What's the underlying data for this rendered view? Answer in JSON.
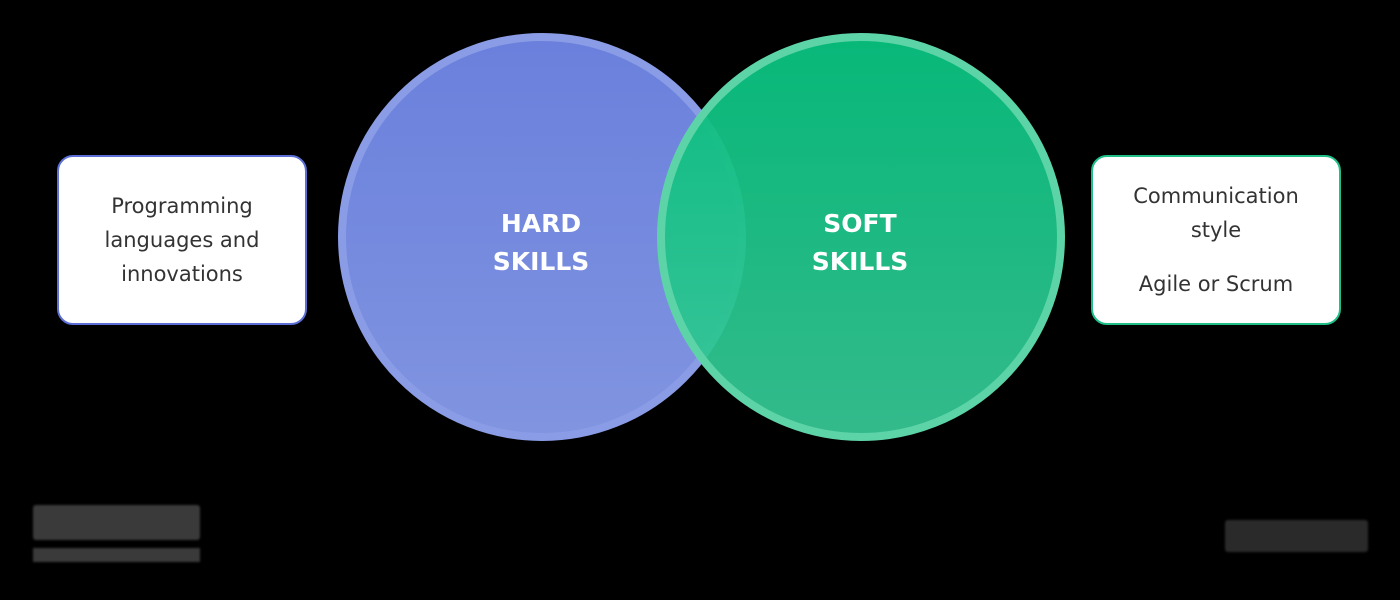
{
  "diagram": {
    "type": "venn",
    "circles": [
      {
        "id": "hard",
        "label_lines": [
          "HARD",
          "SKILLS"
        ],
        "color": "#6a80dc"
      },
      {
        "id": "soft",
        "label_lines": [
          "SOFT",
          "SKILLS"
        ],
        "color": "#08be7d"
      }
    ],
    "left_box": {
      "lines": [
        "Programming",
        "languages and",
        "innovations"
      ],
      "border_color": "#5b6fd6"
    },
    "right_box": {
      "items": [
        {
          "lines": [
            "Communication",
            "style"
          ]
        },
        {
          "lines": [
            "Agile or Scrum"
          ]
        }
      ],
      "border_color": "#1fbf87"
    },
    "watermarks": {
      "left": "blurred-logo",
      "right": "blurred-logo"
    }
  }
}
